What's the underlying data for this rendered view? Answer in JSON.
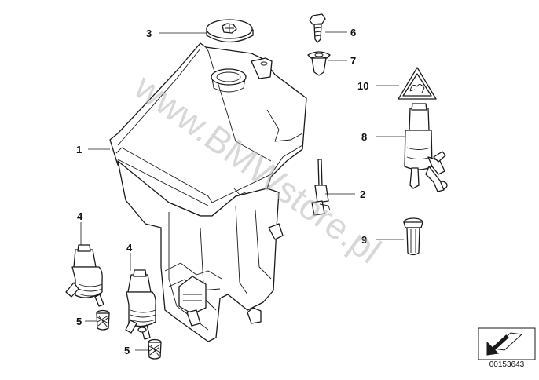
{
  "watermark": "www.BMWstore.pl",
  "callouts": {
    "c1": "1",
    "c2": "2",
    "c3": "3",
    "c4a": "4",
    "c4b": "4",
    "c5a": "5",
    "c5b": "5",
    "c6": "6",
    "c7": "7",
    "c8": "8",
    "c9": "9",
    "c10": "10"
  },
  "catalog_number": "00153643",
  "icons": {
    "warning": "warning-triangle-icon",
    "nav": "arrow-icon"
  }
}
